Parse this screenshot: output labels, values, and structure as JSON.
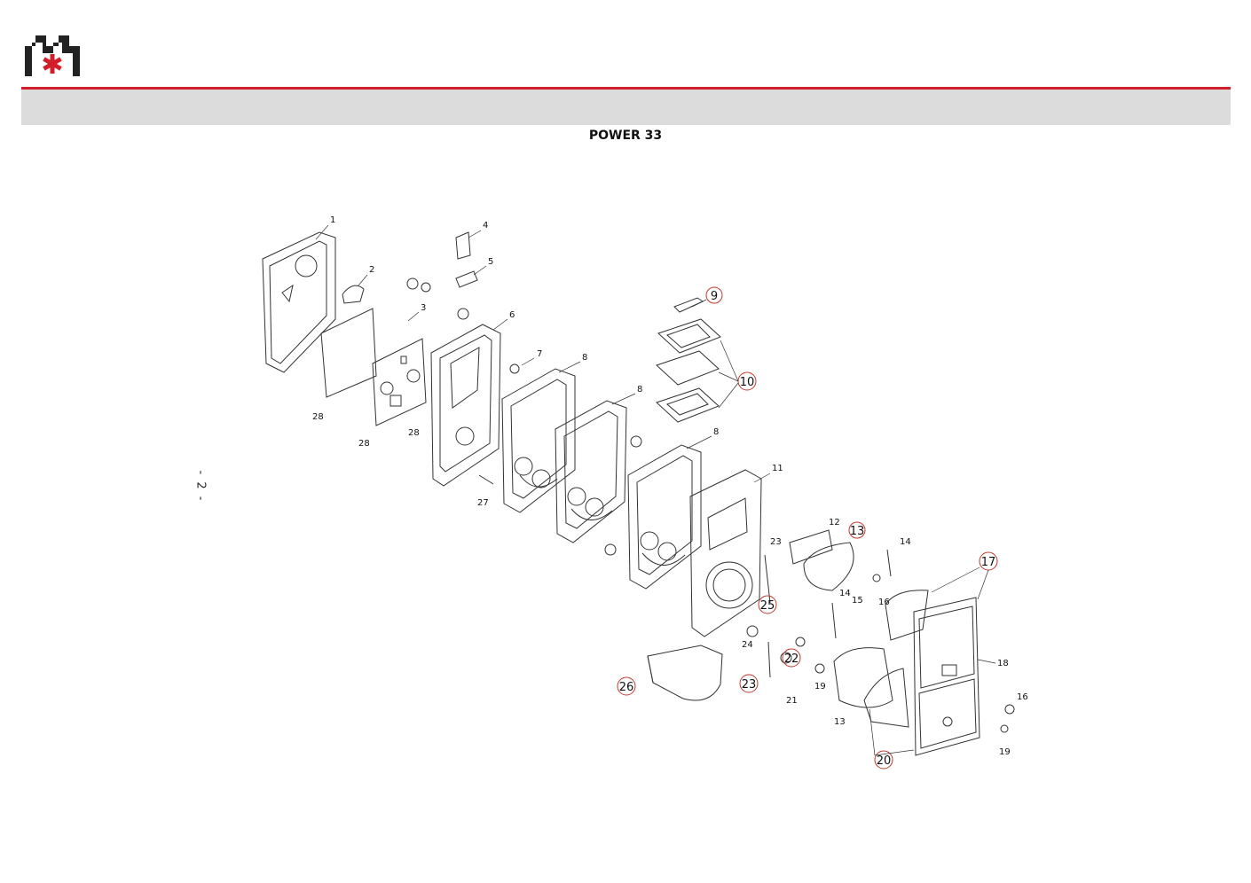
{
  "header": {
    "brand_color": "#d11e2a",
    "logo_icon": "company-logo-icon",
    "title": "POWER 33"
  },
  "page_number": "- 2 -",
  "diagram": {
    "part_labels": [
      "1",
      "2",
      "3",
      "4",
      "5",
      "6",
      "7",
      "8",
      "8",
      "8",
      "11",
      "12",
      "14",
      "14",
      "15",
      "16",
      "16",
      "13",
      "18",
      "19",
      "19",
      "21",
      "24",
      "23",
      "27",
      "28",
      "28",
      "28"
    ],
    "circled_labels": [
      "9",
      "10",
      "13",
      "17",
      "20",
      "22",
      "23",
      "25",
      "26"
    ]
  }
}
